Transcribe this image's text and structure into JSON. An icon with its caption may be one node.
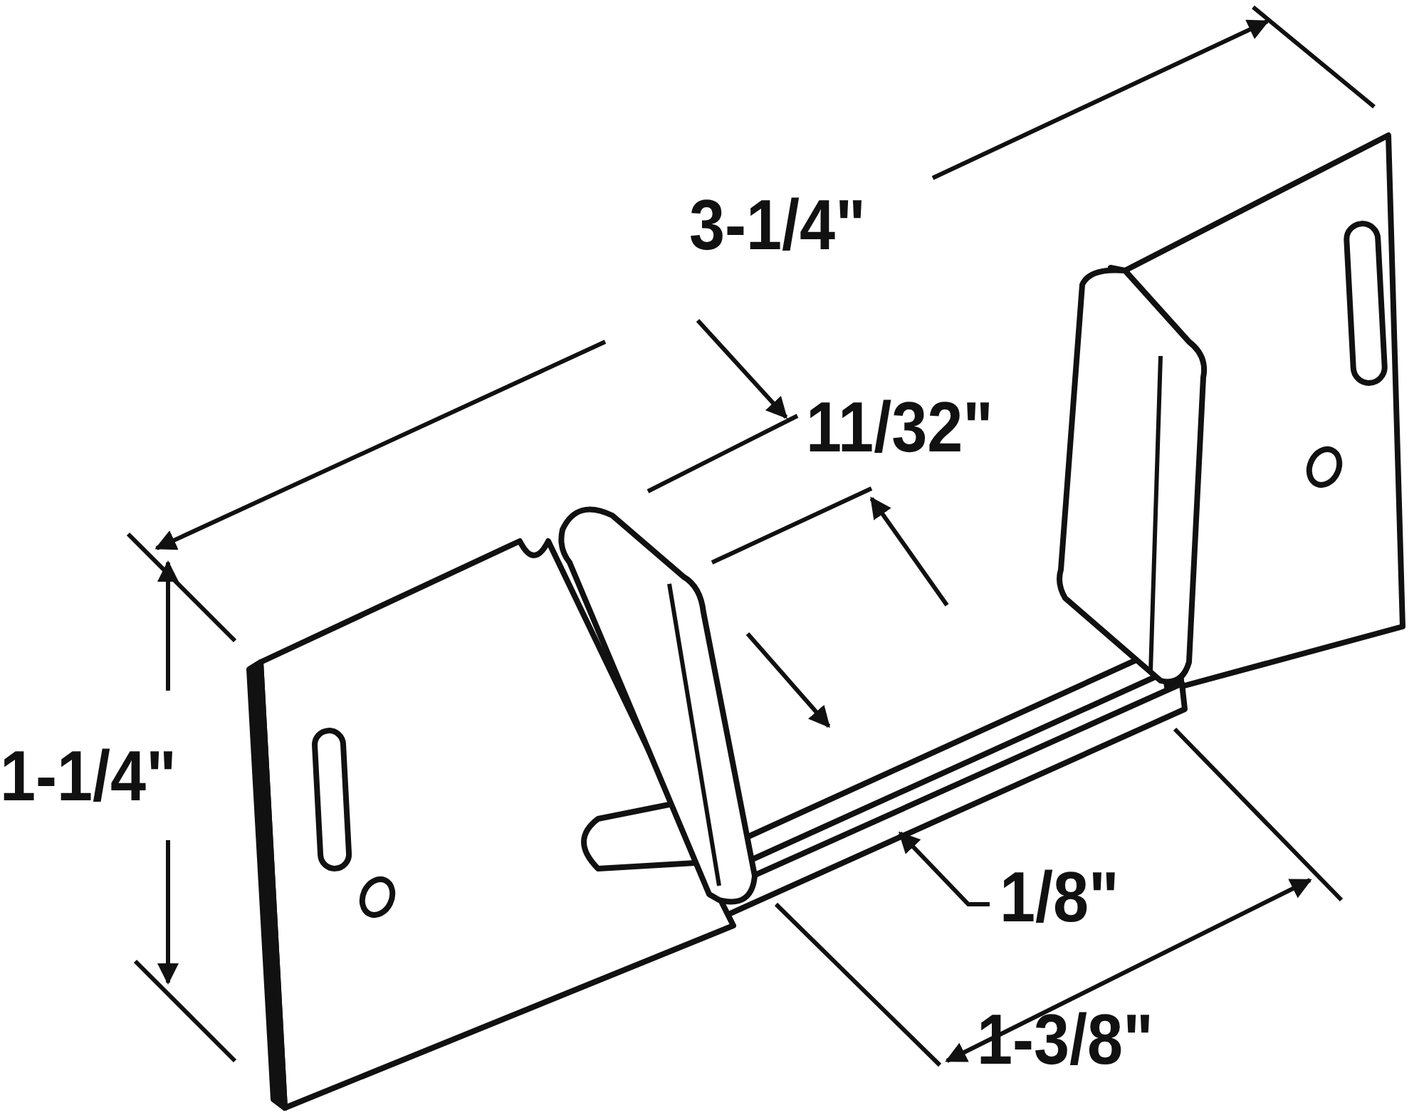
{
  "diagram": {
    "labels": [
      "3-1/4\"",
      "11/32\"",
      "1-1/4\"",
      "1/8\"",
      "1-3/8\""
    ]
  }
}
